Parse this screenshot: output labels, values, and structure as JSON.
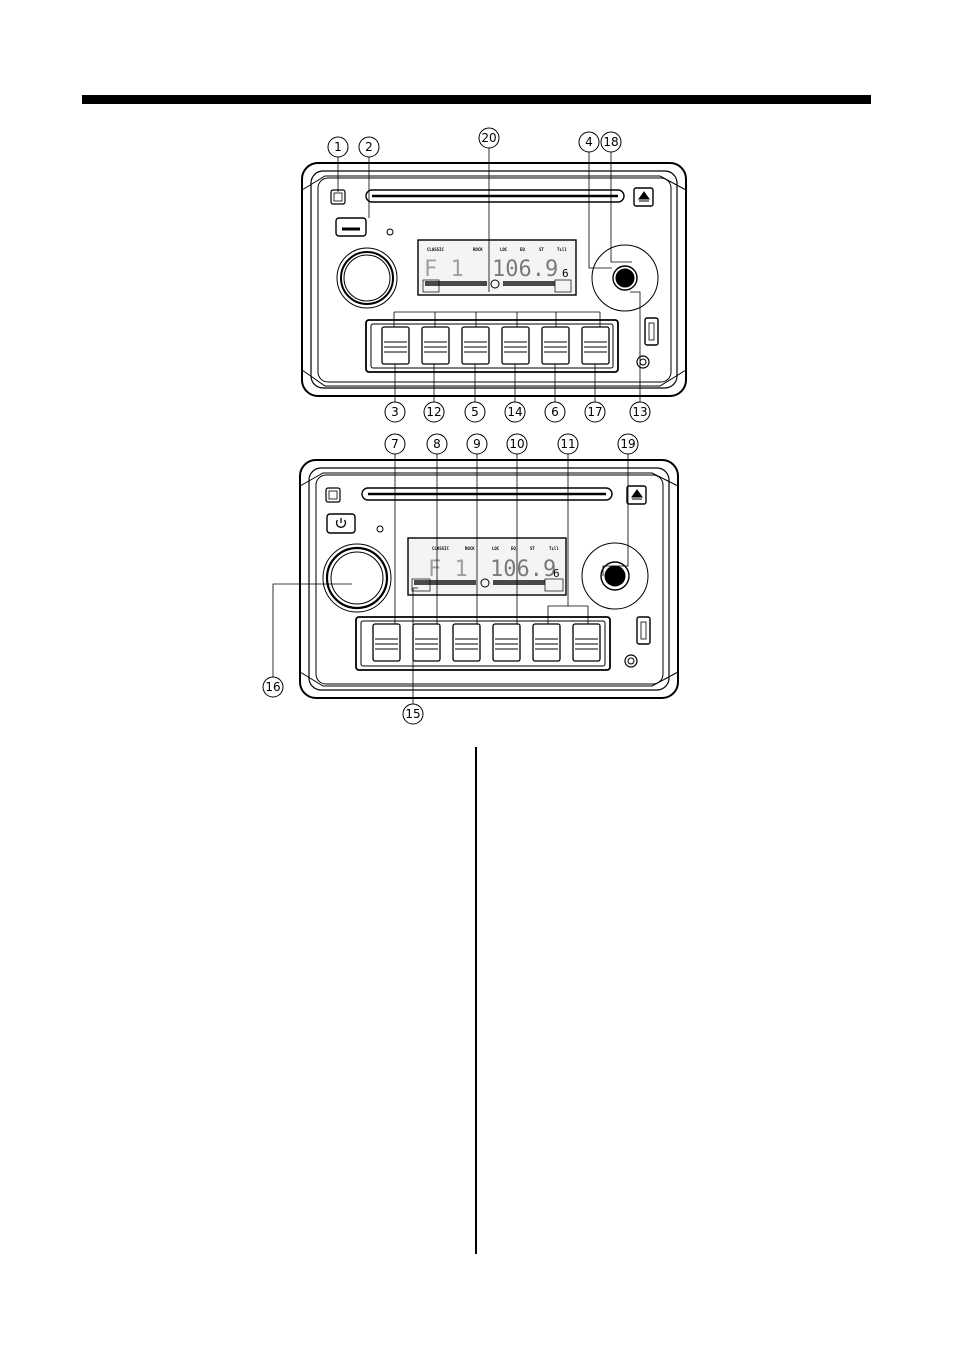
{
  "callouts_top": [
    "1",
    "2",
    "20",
    "4",
    "18",
    "3",
    "12",
    "5",
    "14",
    "6",
    "17",
    "13"
  ],
  "callouts_bottom": [
    "7",
    "8",
    "9",
    "10",
    "11",
    "19",
    "16",
    "15"
  ],
  "display": {
    "band": "F 1",
    "frequency": "106.9",
    "preset": "6",
    "indicators": [
      "CLASSIC",
      "ROCK",
      "LOC",
      "EQ",
      "ST",
      "Tıll"
    ],
    "mini_labels": [
      "",
      "",
      "",
      ""
    ]
  },
  "icons": {
    "eject": "eject-icon",
    "power": "power-icon",
    "mode": "mode-icon",
    "usb": "usb-port-icon",
    "aux": "aux-jack-icon"
  },
  "colors": {
    "ink": "#000000",
    "paper": "#ffffff",
    "lcd": "#f4f4f4"
  }
}
